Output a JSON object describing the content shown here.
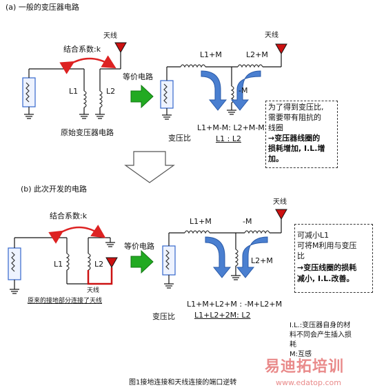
{
  "section_a": {
    "heading": "(a) 一般的变压器电路",
    "coupling_label": "结合系数:k",
    "antenna_label": "天线",
    "l1": "L1",
    "l2": "L2",
    "equiv_label": "等价电路",
    "caption": "原始变压器电路",
    "top_l1m": "L1+M",
    "top_l2m": "L2+M",
    "neg_m": "-M",
    "ratio_label": "变压比",
    "ratio_formula": "L1+M-M: L2+M-M",
    "ratio_simple": "L1 : L2",
    "note_line1": "为了得到变压比,",
    "note_line2": "需要带有阻抗的",
    "note_line3": "线圈",
    "note_line4": "→变压器线圈的",
    "note_line5": "损耗增加, I.L.增",
    "note_line6": "加。"
  },
  "section_b": {
    "heading": "(b) 此次开发的电路",
    "coupling_label": "结合系数:k",
    "antenna_label": "天线",
    "l1": "L1",
    "l2": "L2",
    "equiv_label": "等价电路",
    "caption": "原来的接地部分连接了天线",
    "top_l1m": "L1+M",
    "neg_m": "-M",
    "side_l2m": "L2+M",
    "ratio_label": "变压比",
    "ratio_formula": "L1+M+L2+M : -M+L2+M",
    "ratio_simple": "L1+L2+2M:  L2",
    "note_line1": "可减小L1",
    "note_line2": "可将M利用与变压",
    "note_line3": "比",
    "note_line4": "→变压线圈的损耗",
    "note_line5": "减小, I.L.改善。"
  },
  "legend": {
    "line1": "I.L.:变压器自身的材",
    "line2": "料不同会产生插入损",
    "line3": "耗",
    "line4": "M:互感"
  },
  "watermark": {
    "brand": "易迪拓培训",
    "url": "www.edatop.com"
  },
  "figure_caption": "图1接地连接和天线连接的端口逆转",
  "colors": {
    "antenna_red": "#cc1111",
    "arrow_green": "#22aa22",
    "arrow_blue": "#4a7fd0",
    "coupling_red": "#dd2222",
    "source_blue": "#3366cc"
  }
}
